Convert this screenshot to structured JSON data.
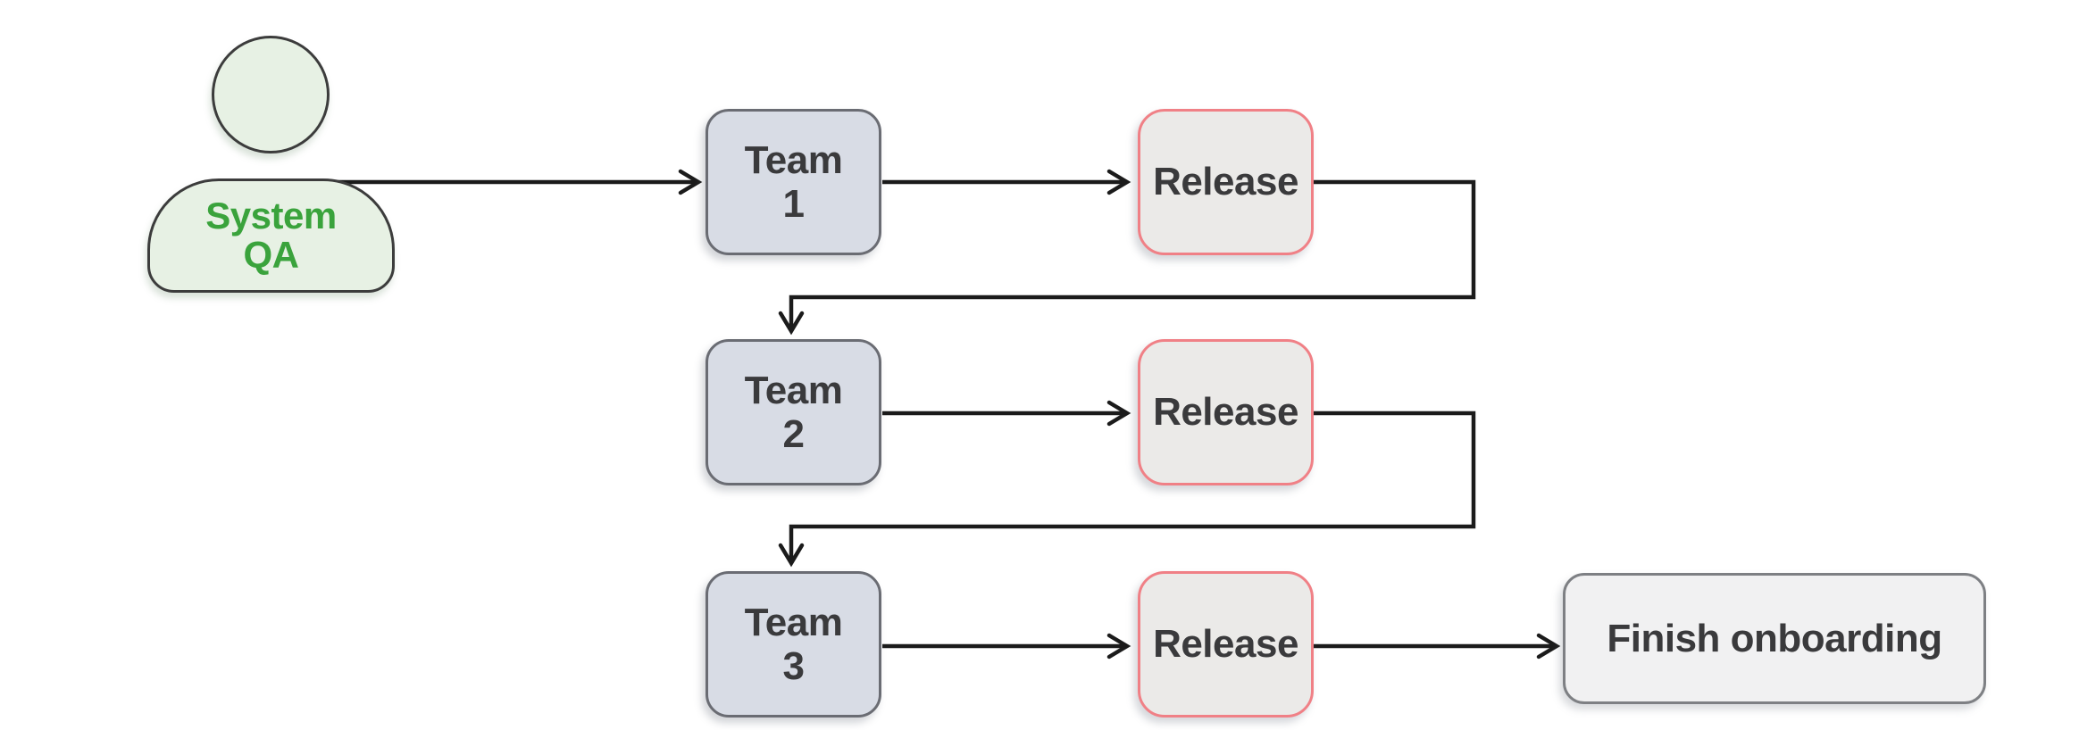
{
  "actor": {
    "label": "System QA"
  },
  "nodes": {
    "team1": {
      "label": "Team 1"
    },
    "release1": {
      "label": "Release"
    },
    "team2": {
      "label": "Team 2"
    },
    "release2": {
      "label": "Release"
    },
    "team3": {
      "label": "Team 3"
    },
    "release3": {
      "label": "Release"
    },
    "finish": {
      "label": "Finish onboarding"
    }
  },
  "edges": [
    {
      "from": "system-qa",
      "to": "team1"
    },
    {
      "from": "team1",
      "to": "release1"
    },
    {
      "from": "release1",
      "to": "team2"
    },
    {
      "from": "team2",
      "to": "release2"
    },
    {
      "from": "release2",
      "to": "team3"
    },
    {
      "from": "team3",
      "to": "release3"
    },
    {
      "from": "release3",
      "to": "finish"
    }
  ],
  "colors": {
    "background": "#ffffff",
    "actor_fill": "#e7f1e4",
    "actor_stroke": "#3c3c3c",
    "actor_text": "#3aa33c",
    "team_fill": "#d8dce5",
    "team_border": "#6a6c73",
    "release_fill": "#ebeae8",
    "release_border": "#f08086",
    "finish_fill": "#f1f1f2",
    "finish_border": "#7e8084",
    "node_text": "#3a3a3c",
    "edge": "#1b1b1b"
  }
}
